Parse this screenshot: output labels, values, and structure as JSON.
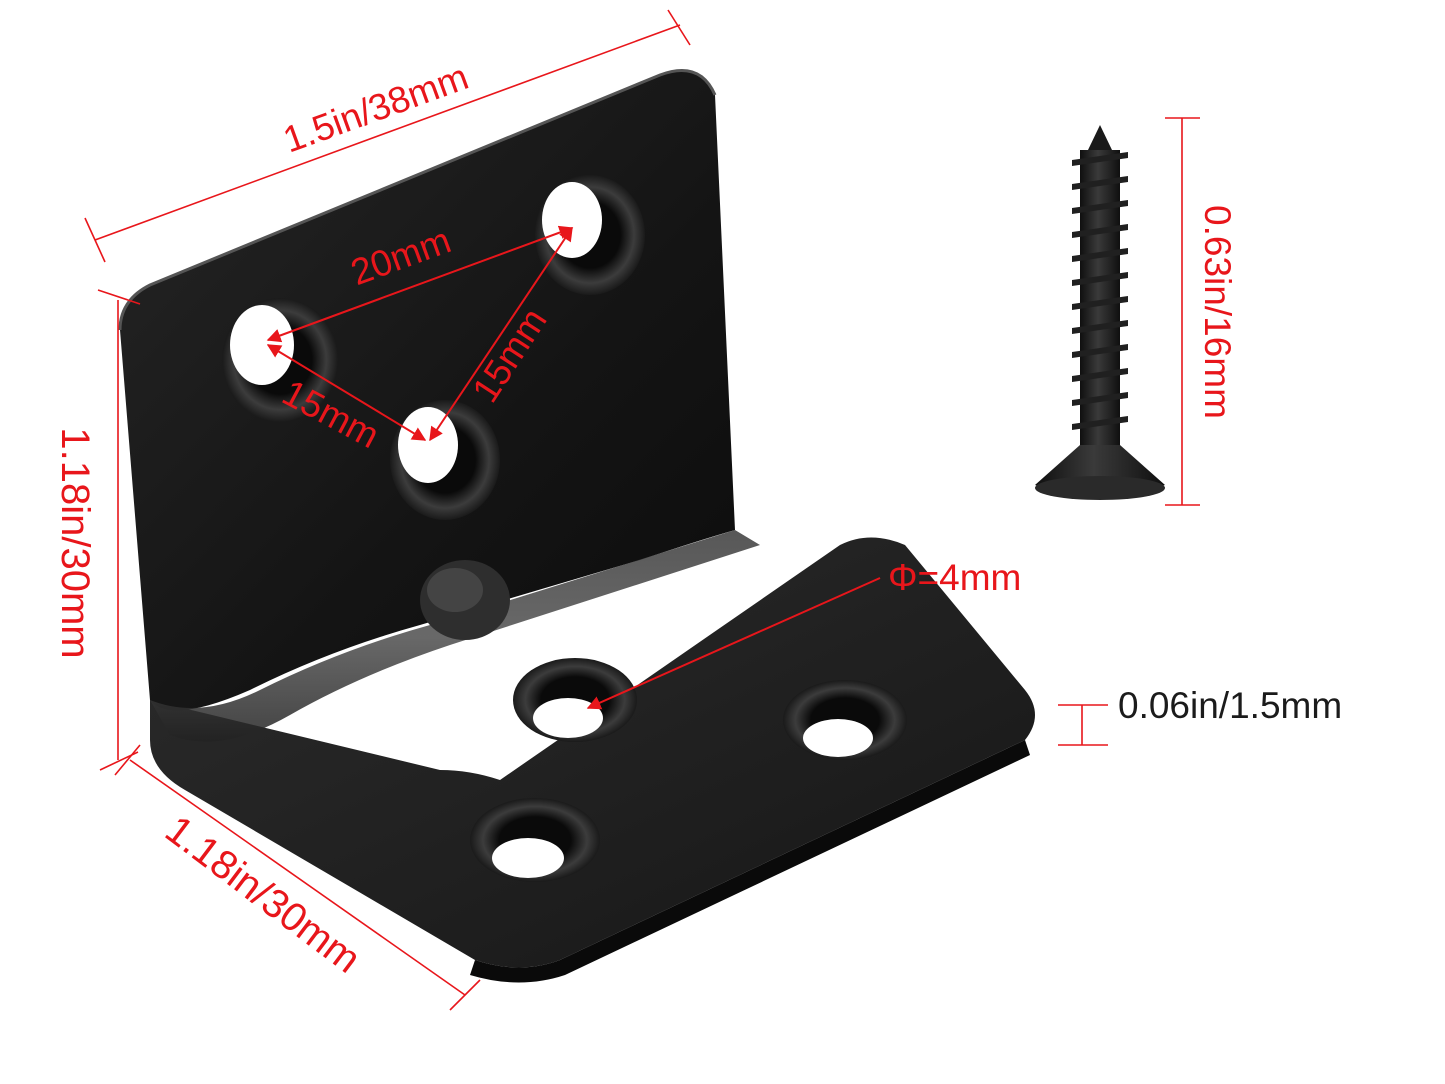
{
  "colors": {
    "dimension": "#e8161b",
    "bracket_dark": "#151515",
    "bracket_mid": "#2a2a2a",
    "bracket_edge": "#5a5a5a",
    "screw": "#1a1a1a",
    "label_dark": "#1b1b1b"
  },
  "icons": [
    "corner-bracket-icon",
    "screw-icon"
  ],
  "dimensions": {
    "top_length": "1.5in/38mm",
    "hole_spacing_wide": "20mm",
    "hole_spacing_left": "15mm",
    "hole_spacing_right": "15mm",
    "height": "1.18in/30mm",
    "depth": "1.18in/30mm",
    "hole_diameter": "Φ=4mm",
    "thickness": "0.06in/1.5mm",
    "screw_length": "0.63in/16mm"
  }
}
